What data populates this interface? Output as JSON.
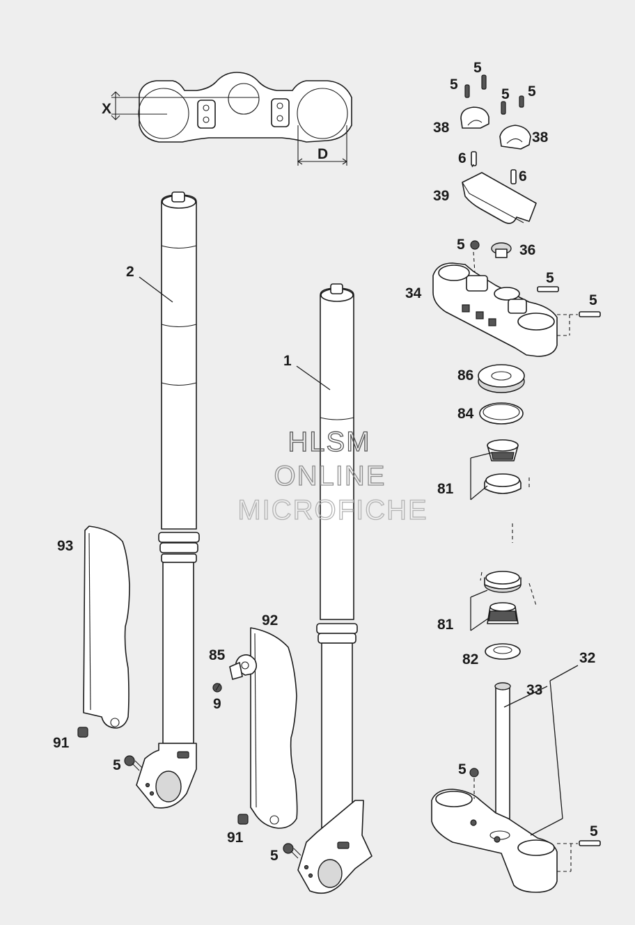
{
  "watermark": {
    "line1": "HLSM",
    "line2": "ONLINE",
    "line3": "MICROFICHE"
  },
  "dimension_labels": {
    "x": "X",
    "d": "D"
  },
  "callouts": {
    "fork_leg_right": "1",
    "fork_leg_left": "2",
    "clamp_screw_a": "5",
    "clamp_screw_b": "5",
    "clamp_screw_c": "5",
    "clamp_screw_d": "5",
    "bar_screw_a": "6",
    "bar_screw_b": "6",
    "bar_clamp_left": "38",
    "bar_clamp_right": "38",
    "bar_mount": "39",
    "top_cap": "36",
    "top_triple_clamp": "34",
    "top_screw_a": "5",
    "top_screw_b": "5",
    "top_screw_c": "5",
    "dust_seal": "86",
    "seal_ring": "84",
    "upper_bearing": "81",
    "lower_bearing": "81",
    "lower_seal": "82",
    "stem": "33",
    "bottom_triple_clamp": "32",
    "bottom_screw_a": "5",
    "bottom_screw_b": "5",
    "guard_left": "93",
    "guard_right": "92",
    "guard_screw_left": "91",
    "guard_screw_right": "91",
    "axle_screw_left": "5",
    "axle_screw_right": "5",
    "brake_line_holder": "85",
    "holder_screw": "9"
  }
}
